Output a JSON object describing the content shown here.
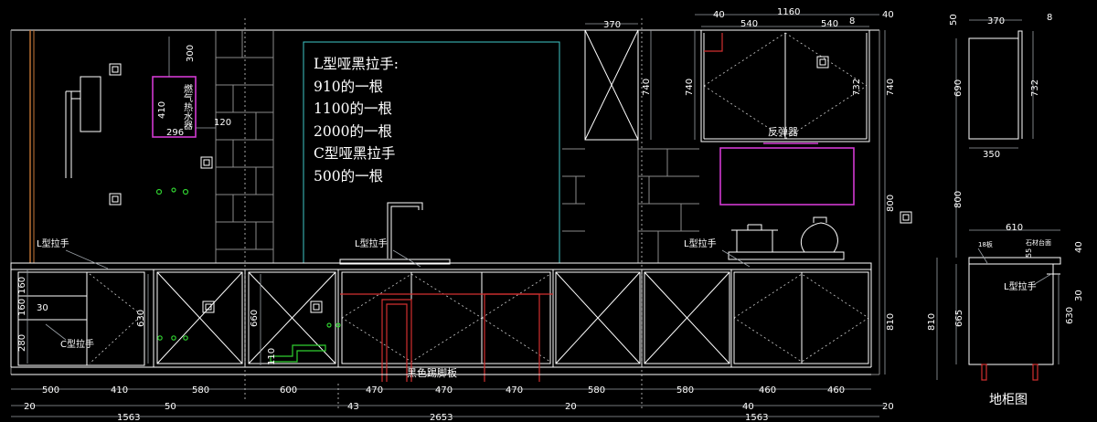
{
  "note": {
    "lines": [
      "L型哑黑拉手:",
      "910的一根",
      "1100的一根",
      "2000的一根",
      "C型哑黑拉手",
      "500的一根"
    ]
  },
  "labels": {
    "water_heater": "燃气热水器",
    "range_hood": "反弹器",
    "l_handle": "L型拉手",
    "c_handle": "C型拉手",
    "kickboard": "黑色踢脚板",
    "base_section_title": "地柜图",
    "board_18": "18板",
    "stone_worktop": "石材台面"
  },
  "dims": {
    "top": {
      "d40a": "40",
      "d1160": "1160",
      "d40b": "40",
      "d370": "370",
      "d540a": "540",
      "d540b": "540",
      "d8": "8"
    },
    "heater": {
      "d300": "300",
      "d410": "410",
      "d296": "296",
      "d120": "120"
    },
    "vertical": {
      "d740a": "740",
      "d740b": "740",
      "d732": "732",
      "d740c": "740",
      "d800": "800",
      "d810": "810"
    },
    "left": {
      "d160a": "160",
      "d160b": "160",
      "d30": "30",
      "d280": "280",
      "d630": "630",
      "d660": "660",
      "d110": "110"
    },
    "bottom_row1": [
      "500",
      "410",
      "580",
      "600",
      "470",
      "470",
      "470",
      "580",
      "580",
      "460",
      "460"
    ],
    "bottom_row2": {
      "d20a": "20",
      "d50": "50",
      "d43": "43",
      "d20b": "20",
      "d40": "40",
      "d20c": "20"
    },
    "bottom_row3": {
      "d1563a": "1563",
      "d2653": "2653",
      "d1563b": "1563"
    },
    "section": {
      "d50": "50",
      "d370": "370",
      "d8": "8",
      "d690": "690",
      "d732": "732",
      "d350": "350",
      "d800": "800",
      "d610": "610",
      "d40": "40",
      "d55": "55",
      "d30": "30",
      "d810": "810",
      "d665": "665",
      "d630": "630"
    }
  }
}
